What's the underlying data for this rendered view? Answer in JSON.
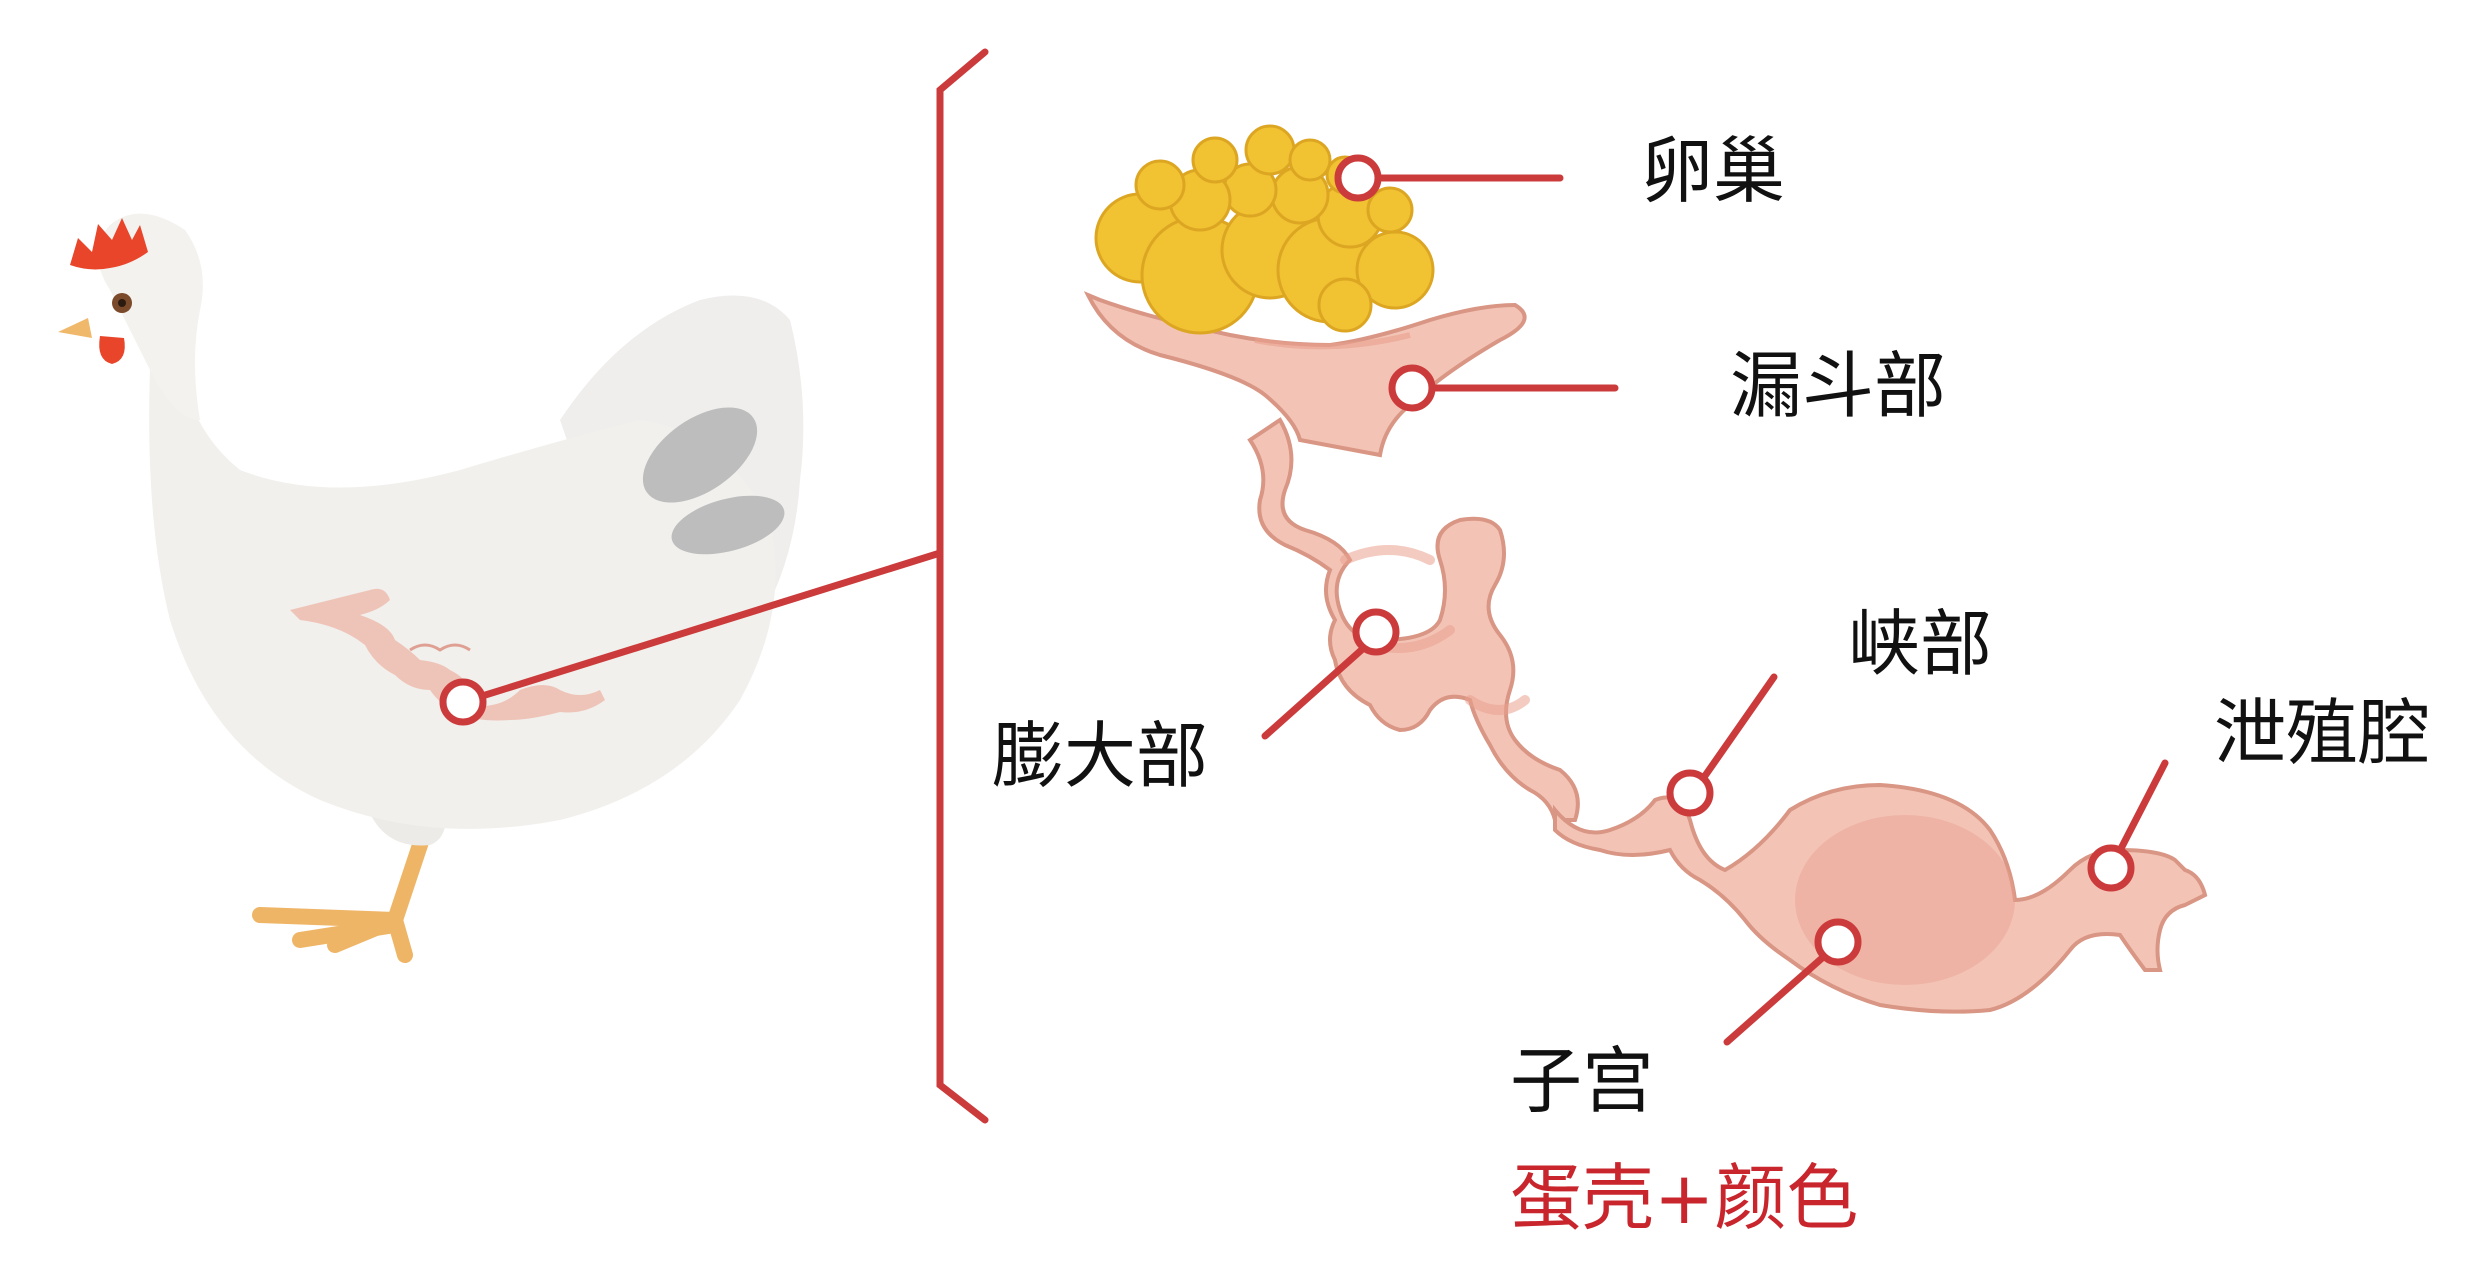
{
  "labels": {
    "ovary": "卵巢",
    "infundibulum": "漏斗部",
    "magnum": "膨大部",
    "isthmus": "峡部",
    "cloaca": "泄殖腔",
    "uterus": "子宫",
    "uterus_note": "蛋壳+颜色"
  },
  "colors": {
    "leader_line": "#cc3b3b",
    "oviduct": "#f3c4b6",
    "oviduct_shade": "#e9a08e",
    "egg_yolk": "#f1c232",
    "hen_body": "#f2f1ef",
    "hen_wing_mark": "#bdbdbd",
    "comb": "#e8452a",
    "legs": "#f0b86a",
    "note_text": "#c8262c"
  }
}
